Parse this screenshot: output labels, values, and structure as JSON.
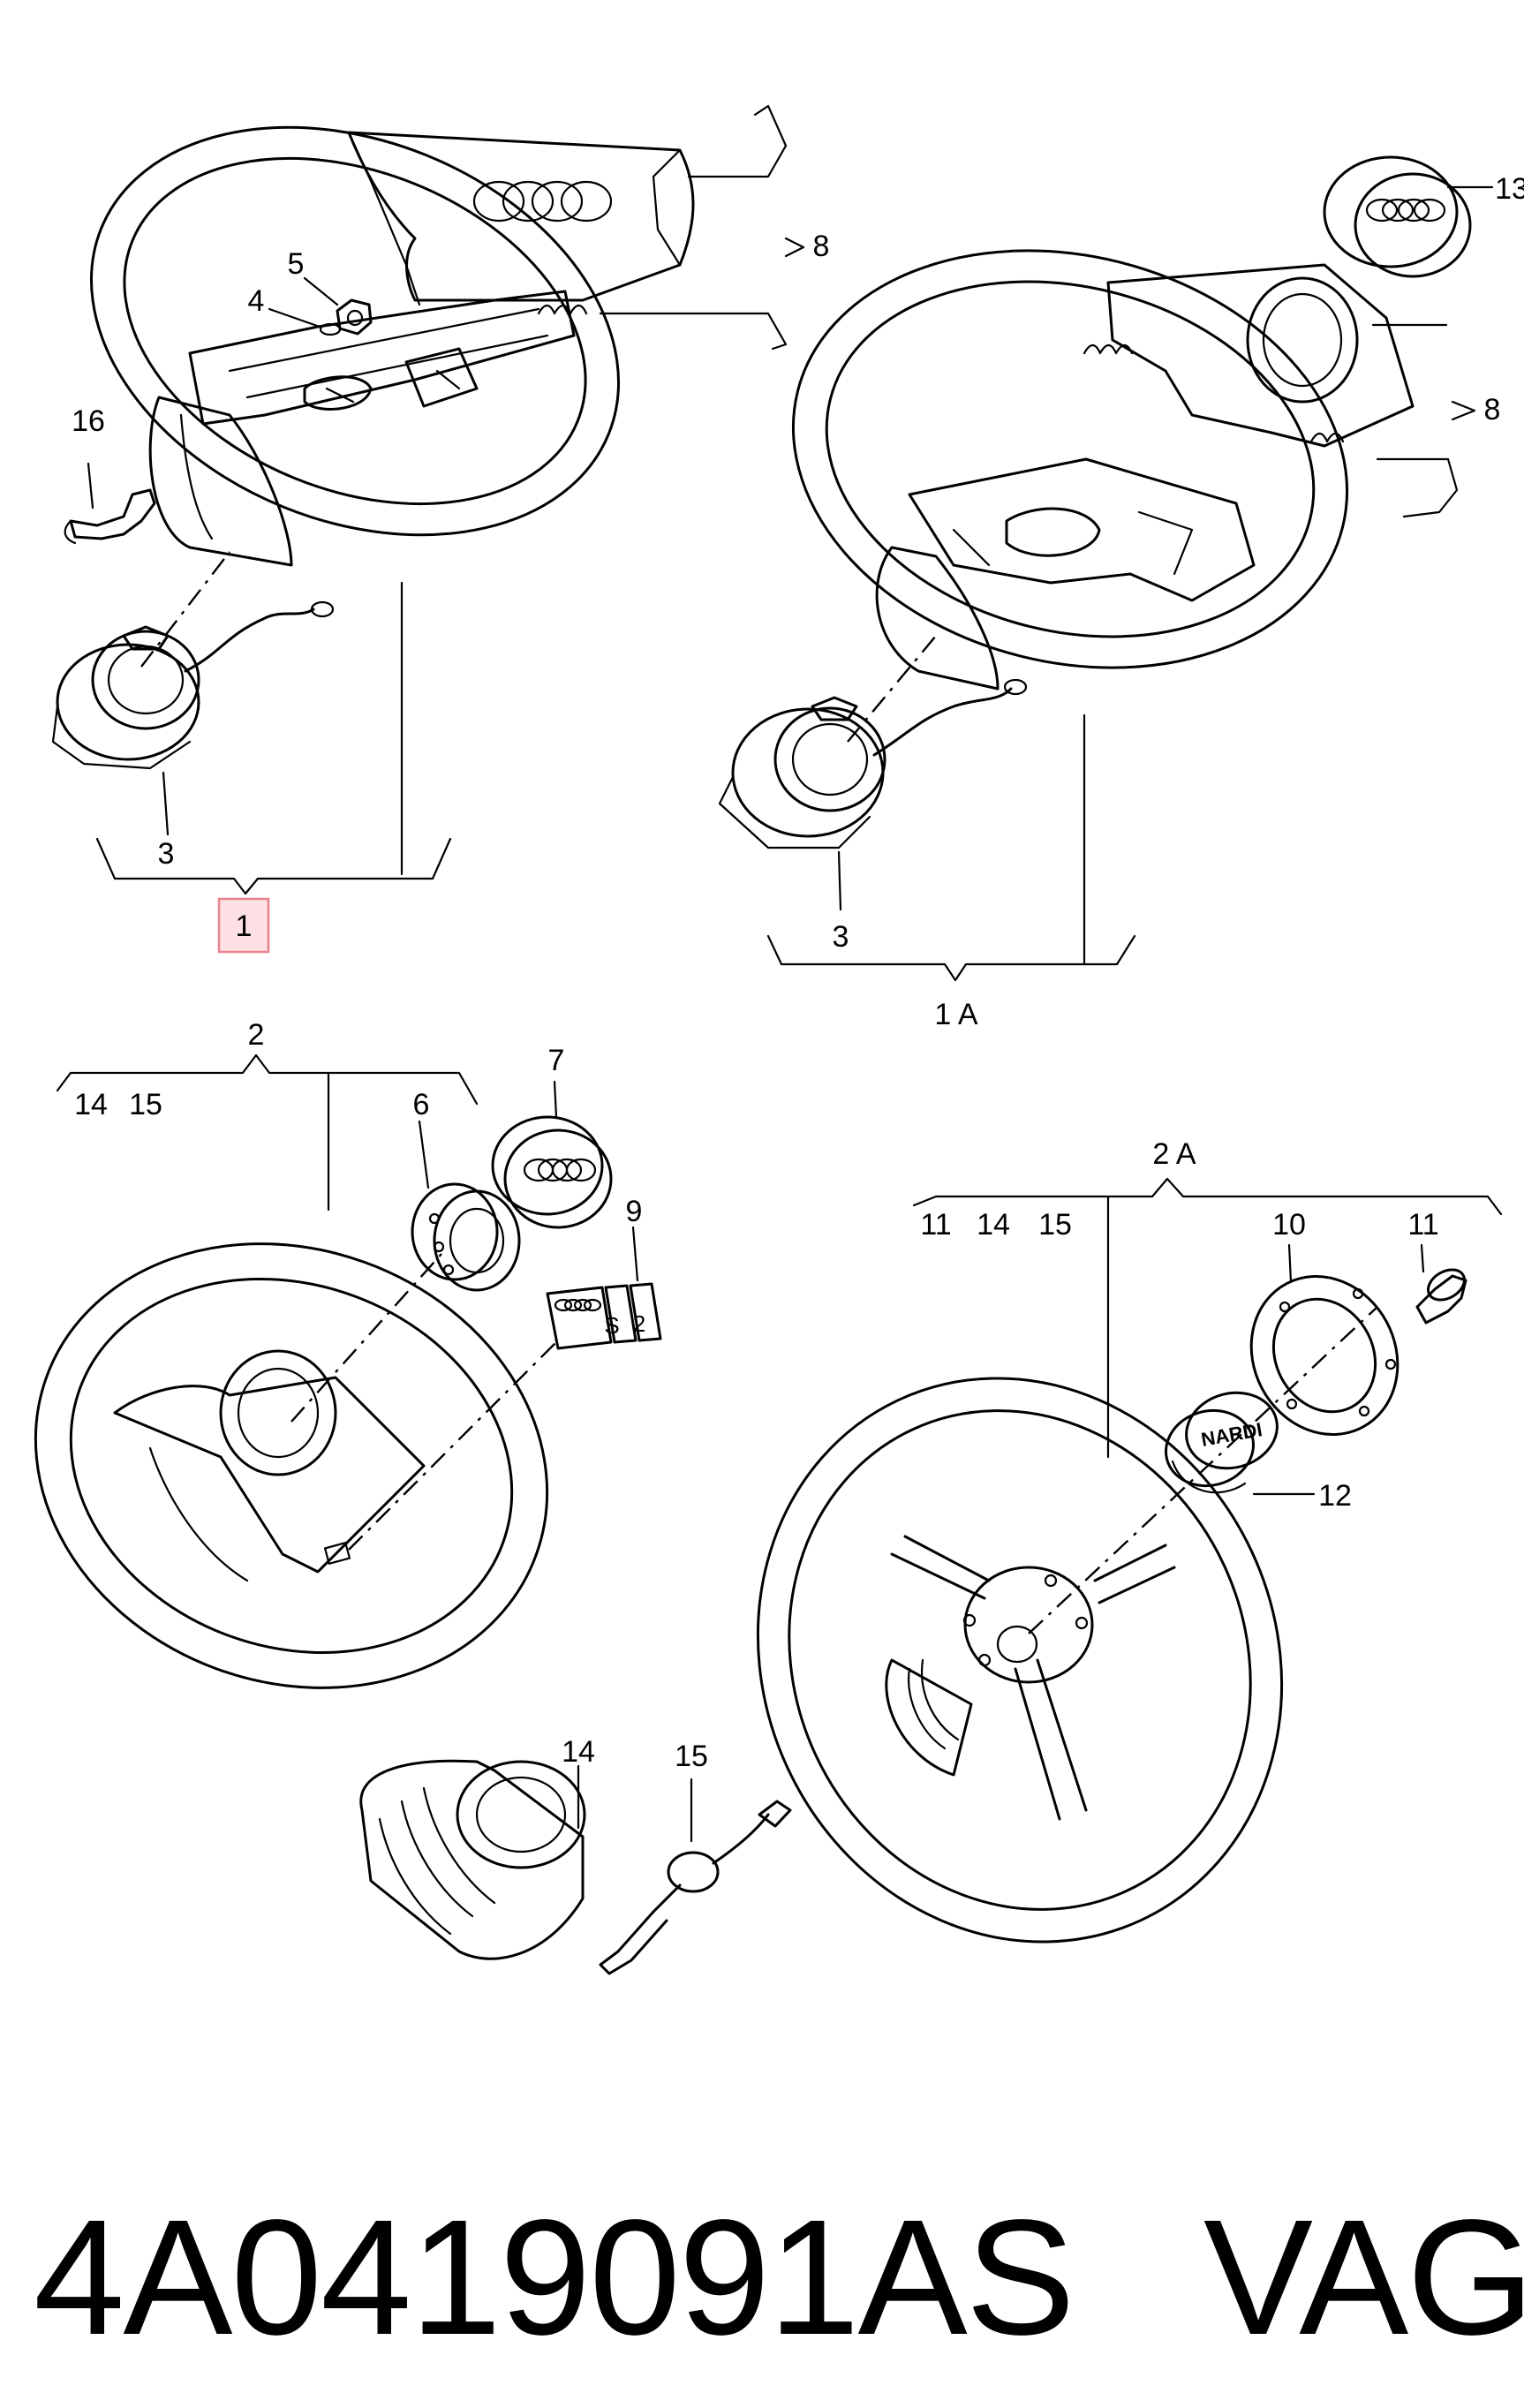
{
  "callouts": {
    "c1": "1",
    "c1a": "1 A",
    "c2": "2",
    "c2a": "2 A",
    "c3a": "3",
    "c3b": "3",
    "c4": "4",
    "c5": "5",
    "c6": "6",
    "c7": "7",
    "c8a": "8",
    "c8b": "8",
    "c9": "9",
    "c10": "10",
    "c11a": "11",
    "c11b": "11",
    "c12": "12",
    "c13": "13",
    "c14a": "14",
    "c14b": "14",
    "c14c": "14",
    "c15a": "15",
    "c15b": "15",
    "c15c": "15",
    "c16": "16"
  },
  "part_labels": {
    "nardi_cap": "NARDI",
    "badge_s": "S",
    "badge_2": "2"
  },
  "footer": {
    "part_number": "4A0419091AS",
    "brand": "VAG"
  },
  "colors": {
    "highlight_fill": "#fde0e3",
    "highlight_stroke": "#e8838f",
    "ink": "#000000"
  }
}
